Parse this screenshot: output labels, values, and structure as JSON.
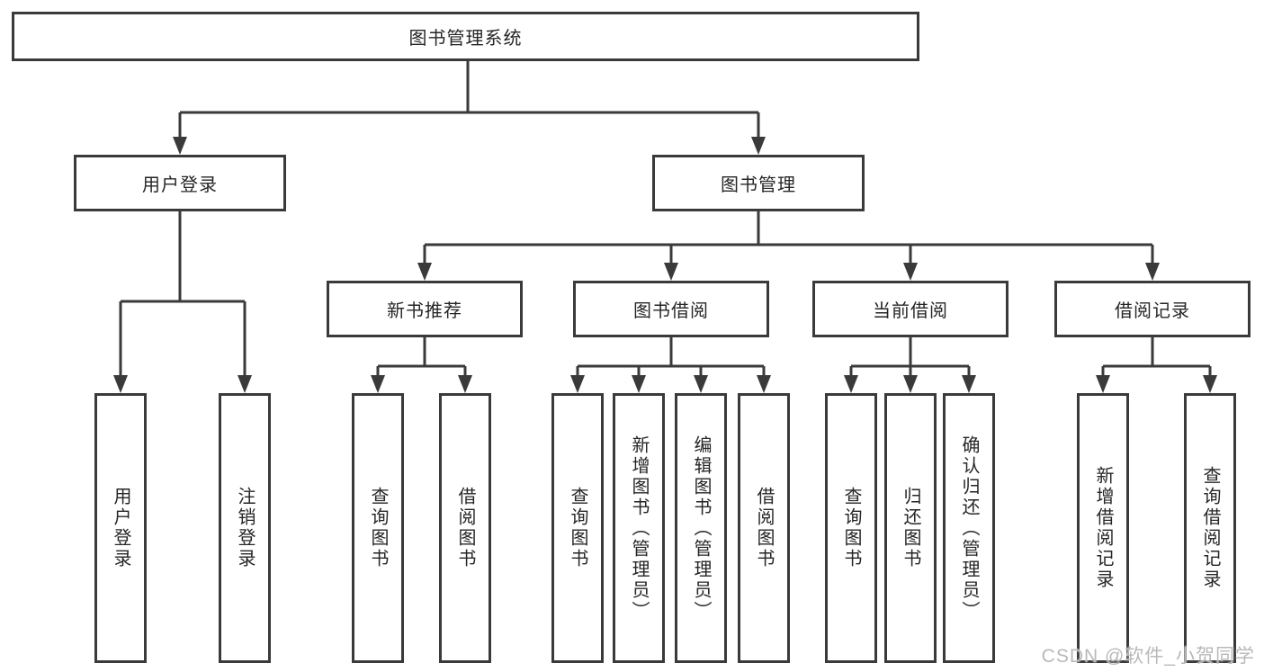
{
  "diagram": {
    "type": "tree",
    "title": "图书管理系统"
  },
  "tree": {
    "label": "图书管理系统",
    "children": [
      {
        "label": "用户登录",
        "children": [
          {
            "label": "用户登录"
          },
          {
            "label": "注销登录"
          }
        ]
      },
      {
        "label": "图书管理",
        "children": [
          {
            "label": "新书推荐",
            "children": [
              {
                "label": "查询图书"
              },
              {
                "label": "借阅图书"
              }
            ]
          },
          {
            "label": "图书借阅",
            "children": [
              {
                "label": "查询图书"
              },
              {
                "label": "新增图书（管理员）"
              },
              {
                "label": "编辑图书（管理员）"
              },
              {
                "label": "借阅图书"
              }
            ]
          },
          {
            "label": "当前借阅",
            "children": [
              {
                "label": "查询图书"
              },
              {
                "label": "归还图书"
              },
              {
                "label": "确认归还（管理员）"
              }
            ]
          },
          {
            "label": "借阅记录",
            "children": [
              {
                "label": "新增借阅记录"
              },
              {
                "label": "查询借阅记录"
              }
            ]
          }
        ]
      }
    ]
  },
  "watermark": {
    "text": "CSDN @软件_小贺同学"
  },
  "colors": {
    "line": "#3a3a3a",
    "text": "#262626",
    "box_fill": "#ffffff",
    "watermark": "#b9b9b9",
    "background": "#ffffff"
  }
}
